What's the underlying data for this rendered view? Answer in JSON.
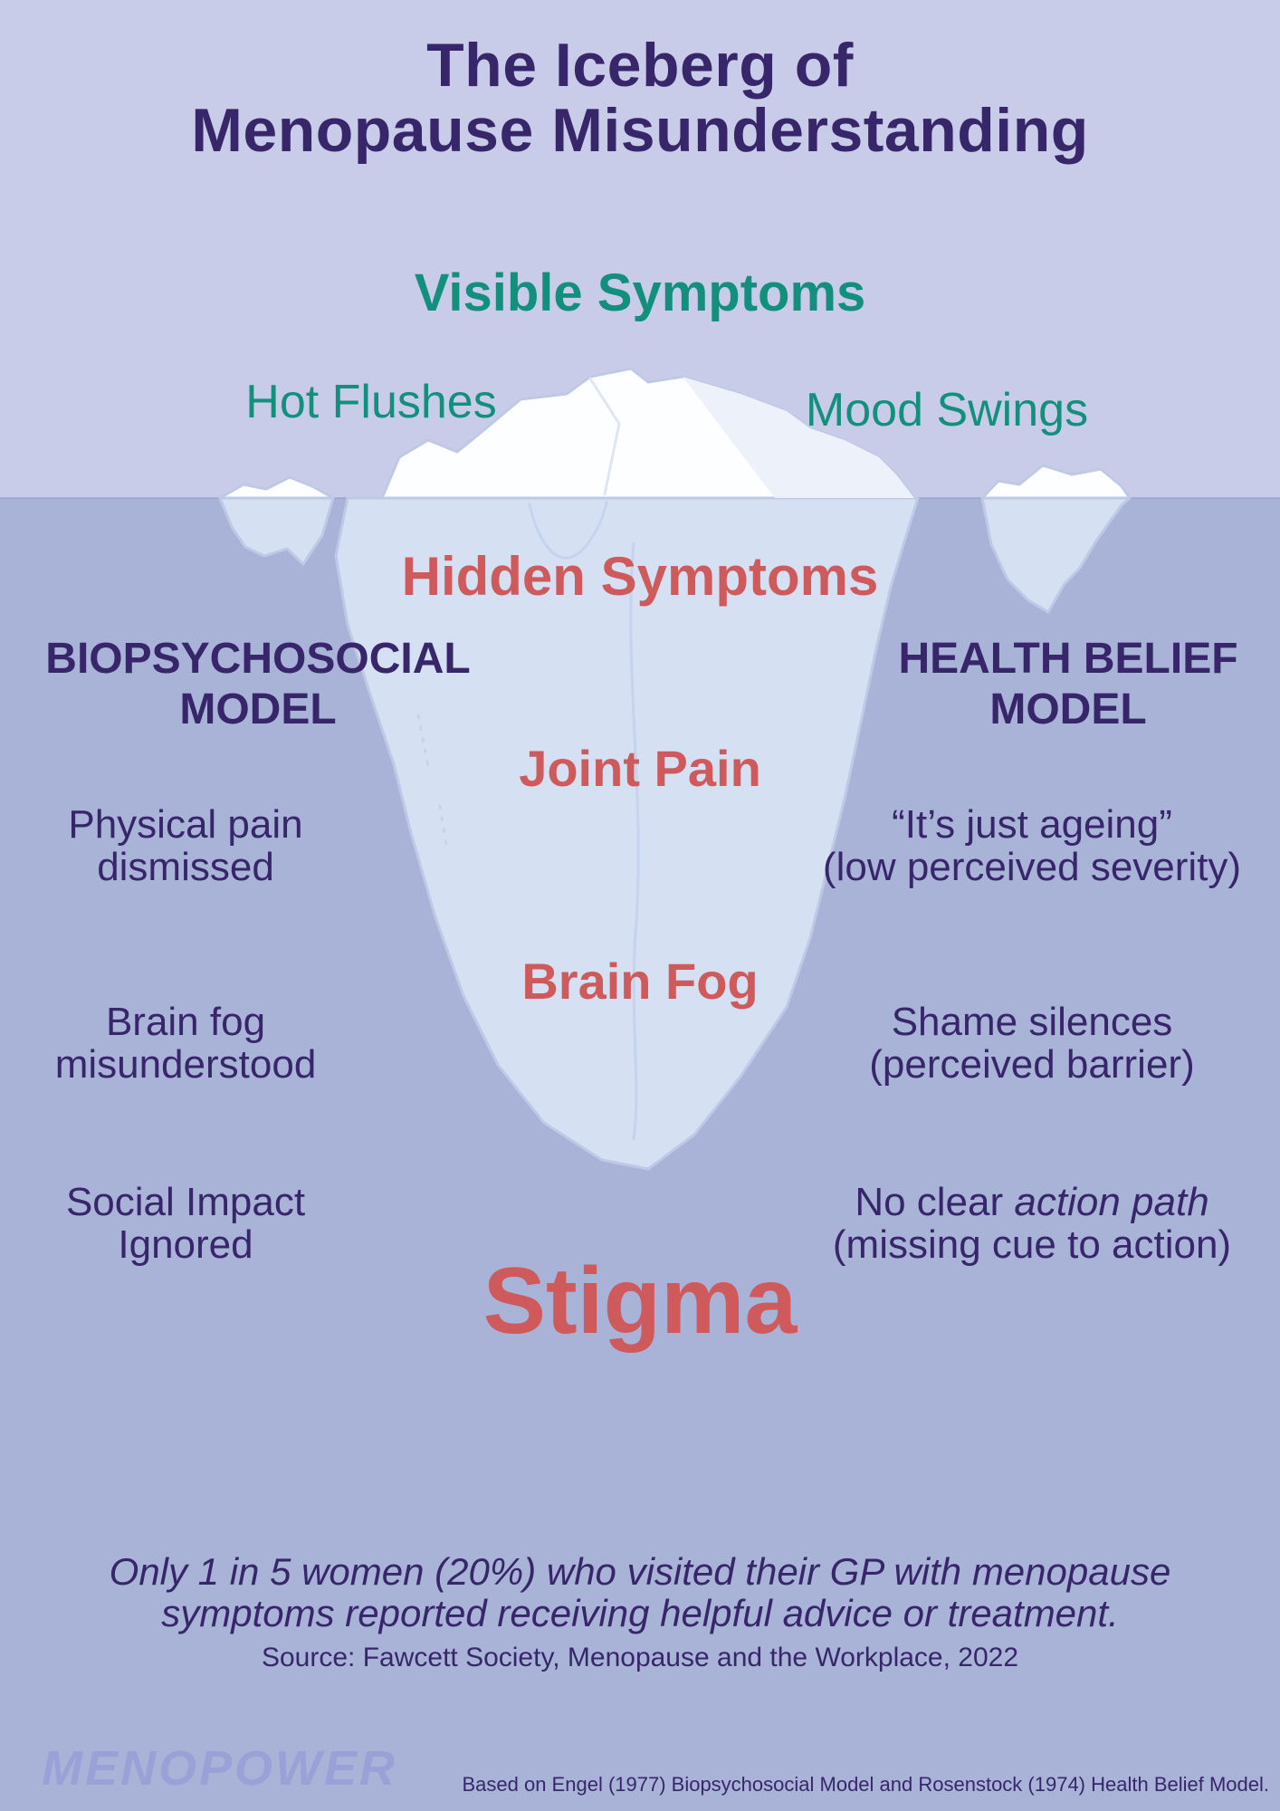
{
  "colors": {
    "sky": "#c9cce9",
    "water": "#a9b3d8",
    "ink": "#38266b",
    "teal": "#12907d",
    "red": "#cf5a5c",
    "ice": "#fdfeff",
    "ice-under": "#d9e4f4",
    "ice-outline": "#bec9e6",
    "logo": "#9aa1d6"
  },
  "header": {
    "title_line1": "The Iceberg of",
    "title_line2": "Menopause Misunderstanding"
  },
  "above_water": {
    "heading": "Visible Symptoms",
    "symptom_left": "Hot Flushes",
    "symptom_right": "Mood Swings"
  },
  "below_water": {
    "heading": "Hidden Symptoms",
    "symptom_1": "Joint Pain",
    "symptom_2": "Brain Fog",
    "symptom_3": "Stigma"
  },
  "biopsychosocial_model": {
    "title_line1": "BIOPSYCHOSOCIAL",
    "title_line2": "MODEL",
    "notes": [
      [
        "Physical pain",
        "dismissed"
      ],
      [
        "Brain fog",
        "misunderstood"
      ],
      [
        "Social Impact",
        "Ignored"
      ]
    ]
  },
  "health_belief_model": {
    "title_line1": "HEALTH BELIEF",
    "title_line2": "MODEL",
    "notes": [
      [
        "“It’s just ageing”",
        "(low perceived severity)"
      ],
      [
        "Shame silences",
        "(perceived barrier)"
      ]
    ],
    "note3": {
      "prefix": "No clear ",
      "italic": "action path",
      "line2": "(missing cue to action)"
    }
  },
  "footer": {
    "stat_line1": "Only 1 in 5 women (20%) who visited their GP with menopause",
    "stat_line2": "symptoms reported receiving helpful advice or treatment.",
    "source": "Source: Fawcett Society, Menopause and the Workplace, 2022",
    "logo_text": "MENOPOWER",
    "attribution": "Based on Engel (1977) Biopsychosocial Model and Rosenstock (1974) Health Belief Model."
  }
}
